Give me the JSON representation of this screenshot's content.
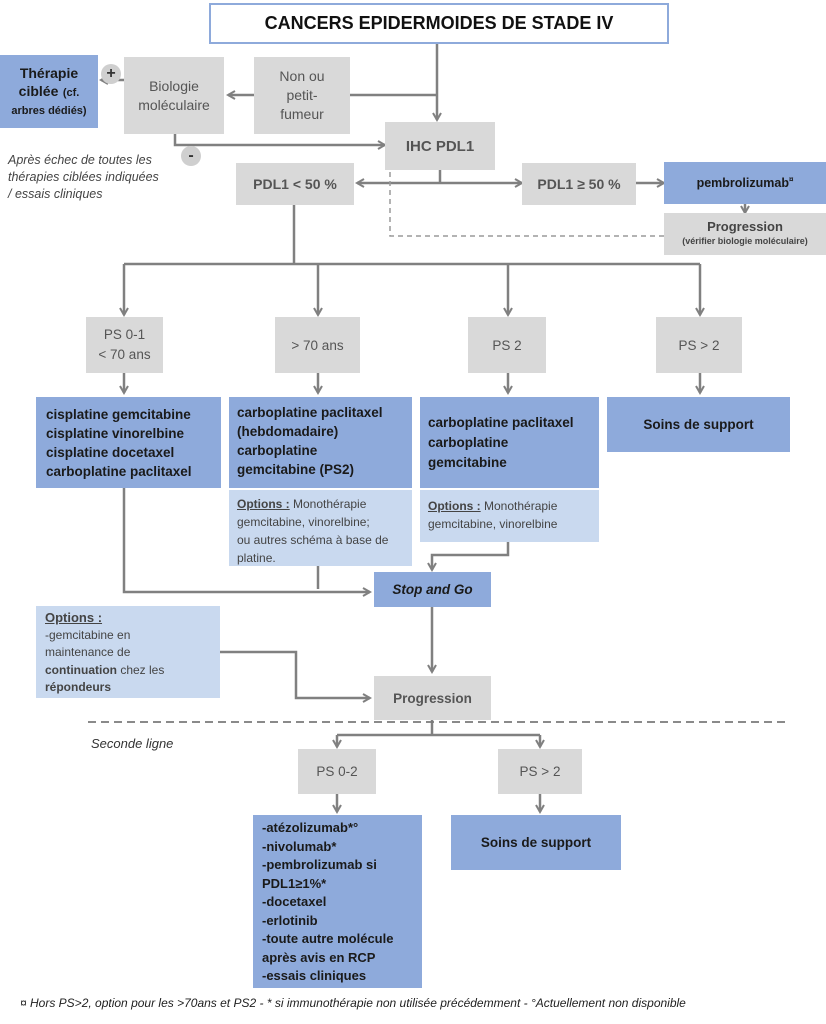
{
  "title": "CANCERS EPIDERMOIDES DE STADE IV",
  "therapie_ciblee": {
    "line1": "Thérapie",
    "line2a": "ciblée",
    "line2b": "(cf.",
    "line3": "arbres dédiés)"
  },
  "plus_sign": "+",
  "minus_sign": "-",
  "biologie": [
    "Biologie",
    "moléculaire"
  ],
  "non_fumeur": [
    "Non ou",
    "petit-",
    "fumeur"
  ],
  "ihc": "IHC PDL1",
  "apres_echec": [
    "Après échec de toutes les",
    "thérapies ciblées indiquées",
    "/ essais cliniques"
  ],
  "pdl1_low": "PDL1 < 50 %",
  "pdl1_high": "PDL1 ≥ 50 %",
  "pembro": "pembrolizumab",
  "pembro_mark": "¤",
  "progression_top": "Progression",
  "progression_top_sub": "(vérifier biologie moléculaire)",
  "ps_boxes": {
    "ps01": [
      "PS 0-1",
      "< 70 ans"
    ],
    "age70": "> 70 ans",
    "ps2": "PS 2",
    "psgt2": "PS > 2"
  },
  "treat1": [
    "cisplatine gemcitabine",
    "cisplatine vinorelbine",
    "cisplatine docetaxel",
    "carboplatine paclitaxel"
  ],
  "treat2": [
    "carboplatine paclitaxel",
    "(hebdomadaire)",
    "carboplatine",
    "gemcitabine (PS2)"
  ],
  "treat3": [
    "carboplatine paclitaxel",
    "carboplatine",
    "gemcitabine"
  ],
  "soins_support": "Soins de support",
  "options2": {
    "label": "Options :",
    "rest1": " Monothérapie",
    "lines": [
      "gemcitabine, vinorelbine;",
      "ou autres schéma à base de",
      "platine."
    ]
  },
  "options3": {
    "label": "Options :",
    "rest1": " Monothérapie",
    "lines": [
      "gemcitabine, vinorelbine"
    ]
  },
  "stop_go": "Stop and Go",
  "options_left": {
    "label": "Options :",
    "line1": "-gemcitabine en",
    "line2": "maintenance de",
    "line3_bold": "continuation",
    "line3_rest": " chez les",
    "line4": "répondeurs"
  },
  "progression_mid": "Progression",
  "seconde_ligne": "Seconde ligne",
  "ps02": "PS 0-2",
  "psgt2_second": "PS > 2",
  "second_treat": [
    "-atézolizumab*°",
    "-nivolumab*",
    "-pembrolizumab si",
    "PDL1≥1%*",
    "-docetaxel",
    "-erlotinib",
    "-toute autre molécule",
    "après avis en RCP",
    "-essais cliniques"
  ],
  "soins_support_2": "Soins de support",
  "footnote": "¤ Hors PS>2, option pour les >70ans et PS2 - * si immunothérapie non utilisée précédemment - °Actuellement non disponible",
  "colors": {
    "gray_box": "#d9d9d9",
    "blue_box": "#8eaadb",
    "light_blue_box": "#c9d9ef",
    "title_border": "#8eaadb",
    "connector": "#808080"
  }
}
